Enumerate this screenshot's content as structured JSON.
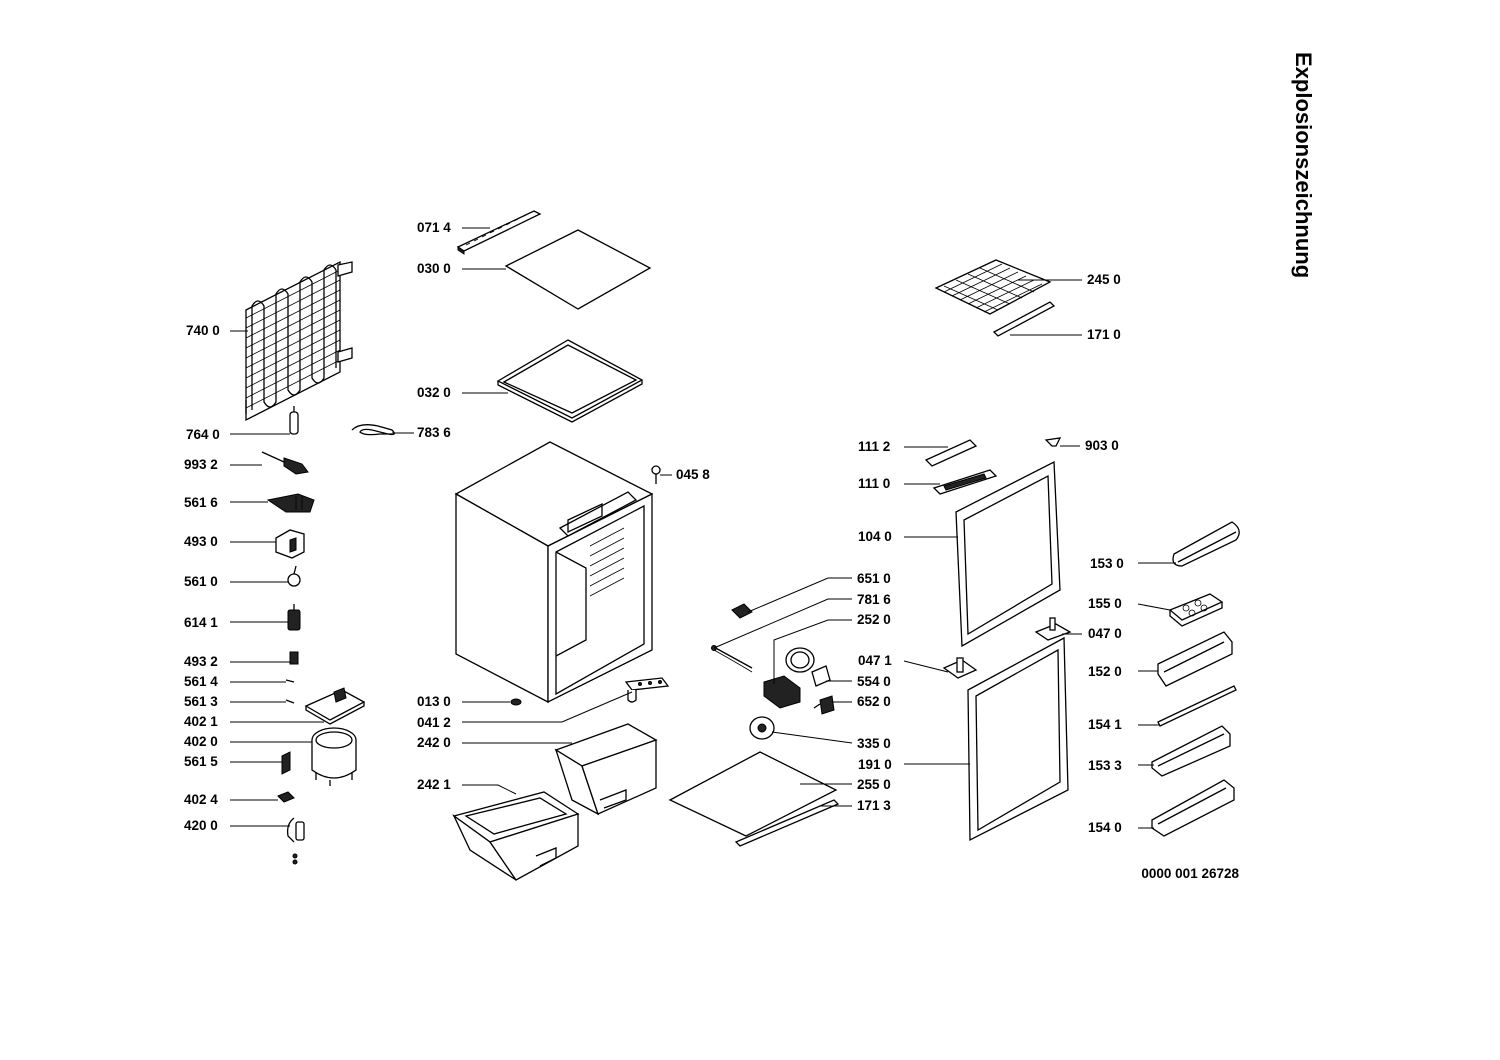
{
  "title": "Explosionszeichnung",
  "document_number": "0000 001 26728",
  "labels": {
    "p0714": "071 4",
    "p0300": "030 0",
    "p7400": "740 0",
    "p0320": "032 0",
    "p7640": "764 0",
    "p7836": "783 6",
    "p9932": "993 2",
    "p0458": "045 8",
    "p5616": "561 6",
    "p4930": "493 0",
    "p5610": "561 0",
    "p6141": "614 1",
    "p4932": "493 2",
    "p5614": "561 4",
    "p5613": "561 3",
    "p4021": "402 1",
    "p4020": "402 0",
    "p5615": "561 5",
    "p4024": "402 4",
    "p4200": "420 0",
    "p0130": "013 0",
    "p0412": "041 2",
    "p2420": "242 0",
    "p2421": "242 1",
    "p2450": "245 0",
    "p1710": "171 0",
    "p1112": "111 2",
    "p9030": "903 0",
    "p1110": "111 0",
    "p1040": "104 0",
    "p1530": "153 0",
    "p6510": "651 0",
    "p7816": "781 6",
    "p2520": "252 0",
    "p1550": "155 0",
    "p0470": "047 0",
    "p0471": "047 1",
    "p5540": "554 0",
    "p1520": "152 0",
    "p6520": "652 0",
    "p1541": "154 1",
    "p3350": "335 0",
    "p1910": "191 0",
    "p1533": "153 3",
    "p2550": "255 0",
    "p1713": "171 3",
    "p1540": "154 0"
  }
}
